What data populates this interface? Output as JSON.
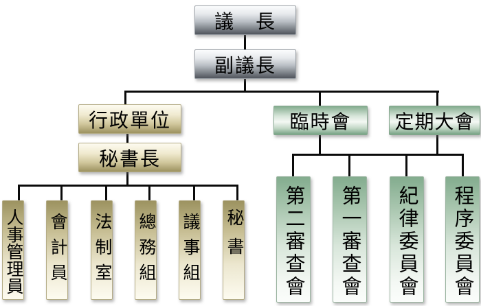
{
  "nodes": {
    "chairman": {
      "label": "議　長"
    },
    "vice_chairman": {
      "label": "副議長"
    },
    "admin_unit": {
      "label": "行政單位"
    },
    "secretary_general": {
      "label": "秘書長"
    },
    "provisional_session": {
      "label": "臨時會"
    },
    "regular_assembly": {
      "label": "定期大會"
    },
    "personnel_manager": {
      "label": "人事管理員"
    },
    "accountant": {
      "label": "會計員"
    },
    "legal_affairs_office": {
      "label": "法制室"
    },
    "general_affairs_section": {
      "label": "總務組"
    },
    "proceedings_section": {
      "label": "議事組"
    },
    "secretary": {
      "label": "秘書"
    },
    "second_review_committee": {
      "label": "第二審查會"
    },
    "first_review_committee": {
      "label": "第一審查會"
    },
    "discipline_committee": {
      "label": "紀律委員會"
    },
    "procedure_committee": {
      "label": "程序委員會"
    }
  },
  "edges": [
    [
      "chairman",
      "vice_chairman"
    ],
    [
      "vice_chairman",
      "admin_unit"
    ],
    [
      "vice_chairman",
      "provisional_session"
    ],
    [
      "vice_chairman",
      "regular_assembly"
    ],
    [
      "admin_unit",
      "secretary_general"
    ],
    [
      "secretary_general",
      "personnel_manager"
    ],
    [
      "secretary_general",
      "accountant"
    ],
    [
      "secretary_general",
      "legal_affairs_office"
    ],
    [
      "secretary_general",
      "general_affairs_section"
    ],
    [
      "secretary_general",
      "proceedings_section"
    ],
    [
      "secretary_general",
      "secretary"
    ],
    [
      "provisional_session",
      "second_review_committee"
    ],
    [
      "provisional_session",
      "first_review_committee"
    ],
    [
      "provisional_session",
      "discipline_committee"
    ],
    [
      "provisional_session",
      "procedure_committee"
    ],
    [
      "regular_assembly",
      "second_review_committee"
    ],
    [
      "regular_assembly",
      "first_review_committee"
    ],
    [
      "regular_assembly",
      "discipline_committee"
    ],
    [
      "regular_assembly",
      "procedure_committee"
    ]
  ],
  "colors": {
    "connector": "#0a0a0a",
    "steel-top": "#fbfcfd",
    "steel-mid": "#b9bec4",
    "steel-bottom": "#50545c",
    "khaki-light": "#fdfbf0",
    "khaki-mid": "#d0c79c",
    "khaki-dark": "#9c9260",
    "green-light": "#f4f8f4",
    "green-mid": "#a9c6af",
    "green-dark": "#76a183",
    "green-dark2": "#83ac8e",
    "text": "#000000",
    "background": "#ffffff"
  }
}
